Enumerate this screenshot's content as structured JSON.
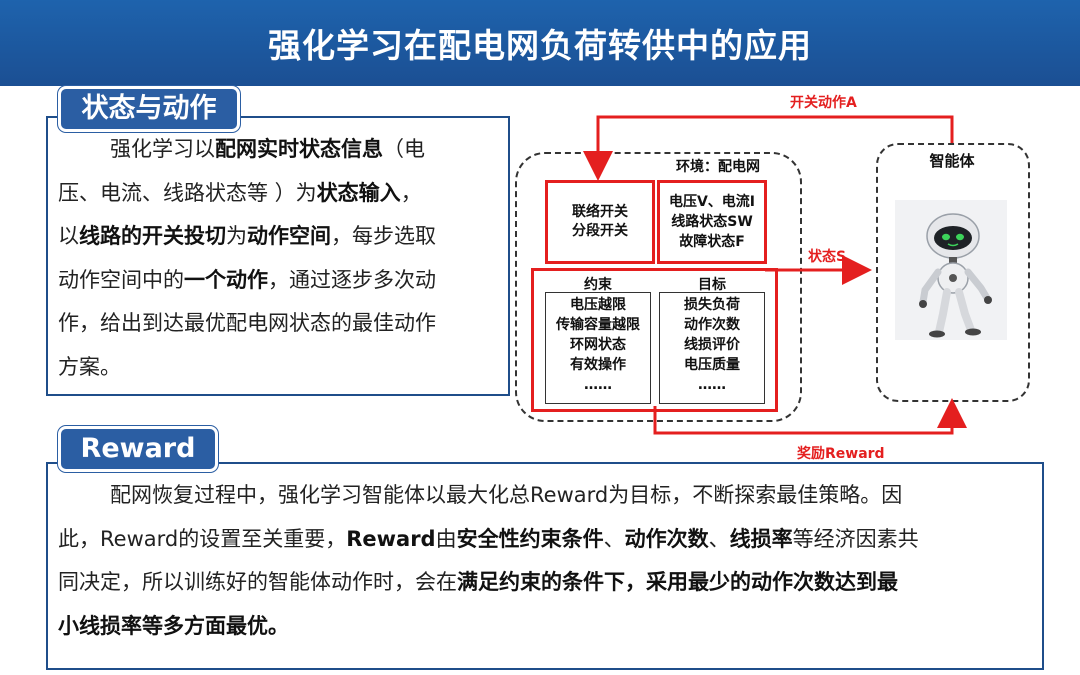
{
  "title": "强化学习在配电网负荷转供中的应用",
  "section1": {
    "tab": "状态与动作",
    "lines": [
      [
        {
          "t": "强化学习以"
        },
        {
          "t": "配网实时状态信息",
          "b": true
        },
        {
          "t": "（电"
        }
      ],
      [
        {
          "t": "压、电流、线路状态等 ）为"
        },
        {
          "t": "状态输入",
          "b": true
        },
        {
          "t": "，"
        }
      ],
      [
        {
          "t": "以"
        },
        {
          "t": "线路的开关投切",
          "b": true
        },
        {
          "t": "为"
        },
        {
          "t": "动作空间",
          "b": true
        },
        {
          "t": "，每步选取"
        }
      ],
      [
        {
          "t": "动作空间中的"
        },
        {
          "t": "一个动作",
          "b": true
        },
        {
          "t": "，通过逐步多次动"
        }
      ],
      [
        {
          "t": "作，给出到达最优配电网状态的最佳动作"
        }
      ],
      [
        {
          "t": "方案。"
        }
      ]
    ]
  },
  "section2": {
    "tab": "Reward",
    "lines": [
      [
        {
          "t": "配网恢复过程中，强化学习智能体以最大化总Reward为目标，不断探索最佳策略。因"
        }
      ],
      [
        {
          "t": "此，Reward的设置至关重要，"
        },
        {
          "t": "Reward",
          "b": true
        },
        {
          "t": "由"
        },
        {
          "t": "安全性约束条件",
          "b": true
        },
        {
          "t": "、"
        },
        {
          "t": "动作次数",
          "b": true
        },
        {
          "t": "、"
        },
        {
          "t": "线损率",
          "b": true
        },
        {
          "t": "等经济因素共"
        }
      ],
      [
        {
          "t": "同决定，所以训练好的智能体动作时，会在"
        },
        {
          "t": "满足约束的条件下，采用最少的动作次数达到最",
          "b": true
        }
      ],
      [
        {
          "t": "小线损率等多方面最优。",
          "b": true
        }
      ]
    ]
  },
  "diagram": {
    "env_label": "环境：配电网",
    "agent_label": "智能体",
    "switch_box": [
      "联络开关",
      "分段开关"
    ],
    "state_box": [
      "电压V、电流I",
      "线路状态SW",
      "故障状态F"
    ],
    "constraint_head": "约束",
    "constraint_items": [
      "电压越限",
      "传输容量越限",
      "环网状态",
      "有效操作",
      "……"
    ],
    "objective_head": "目标",
    "objective_items": [
      "损失负荷",
      "动作次数",
      "线损评价",
      "电压质量",
      "……"
    ],
    "action_label": "开关动作A",
    "state_label": "状态S",
    "reward_label": "奖励Reward",
    "robot_icon": "robot-icon",
    "accent_red": "#e41f1f",
    "accent_blue": "#1f4e8a"
  }
}
